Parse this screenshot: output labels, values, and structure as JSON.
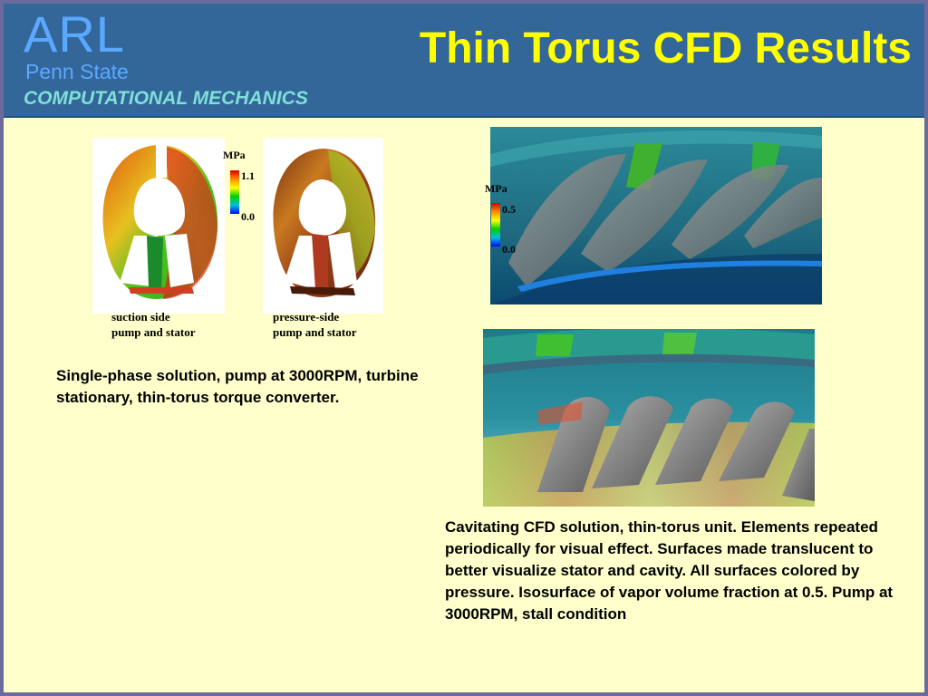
{
  "header": {
    "logo": "ARL",
    "institution": "Penn State",
    "department": "COMPUTATIONAL MECHANICS",
    "title": "Thin Torus CFD Results"
  },
  "left_panel": {
    "scale_unit": "MPa",
    "scale_max": "1.1",
    "scale_min": "0.0",
    "caption_suction_line1": "suction side",
    "caption_suction_line2": "pump and stator",
    "caption_pressure_line1": "pressure-side",
    "caption_pressure_line2": "pump and stator",
    "description": "Single-phase solution, pump at 3000RPM, turbine stationary, thin-torus torque converter."
  },
  "right_panel": {
    "scale_unit": "MPa",
    "scale_max": "0.5",
    "scale_min": "0.0",
    "description": "Cavitating CFD solution, thin-torus unit. Elements repeated periodically for visual effect. Surfaces made translucent to better visualize stator and cavity. All surfaces colored by pressure. Isosurface of vapor volume fraction at 0.5. Pump at 3000RPM, stall condition"
  },
  "colors": {
    "header_bg": "#336699",
    "slide_bg": "#ffffcc",
    "title": "#ffff00",
    "logo": "#5ba8ff",
    "department": "#7fe0d8"
  }
}
